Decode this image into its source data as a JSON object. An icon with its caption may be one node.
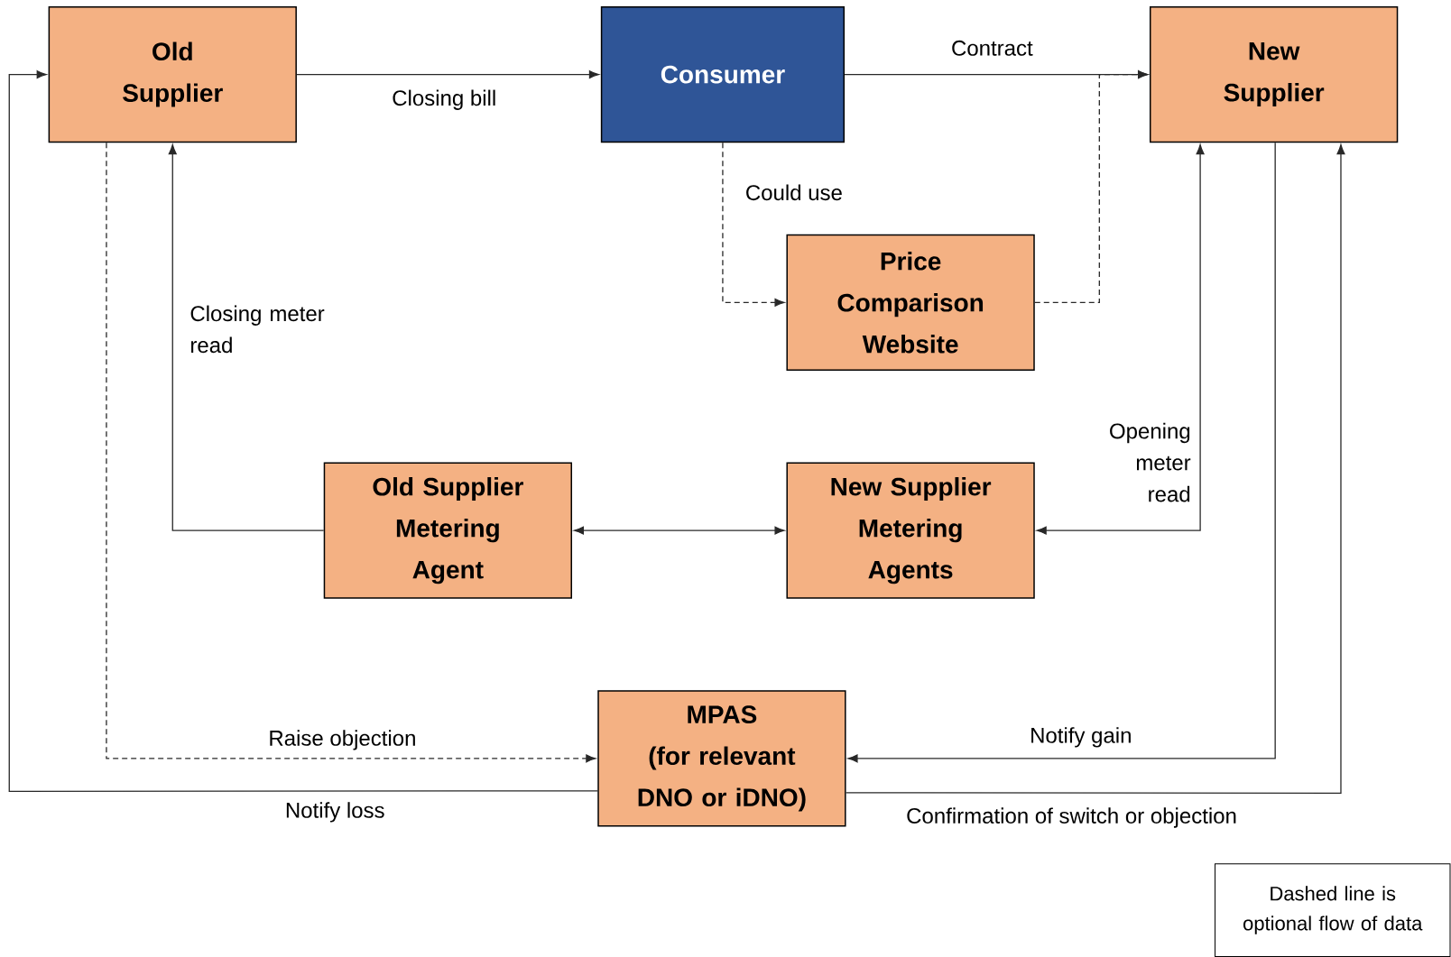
{
  "diagram": {
    "nodes": [
      {
        "text": [
          "Old Supplier"
        ]
      },
      {
        "text": [
          "Consumer"
        ]
      },
      {
        "text": [
          "New Supplier"
        ]
      },
      {
        "text": [
          "Price Comparison Website"
        ]
      },
      {
        "text": [
          "Old Supplier Metering Agent"
        ]
      },
      {
        "text": [
          "New Supplier Metering Agents"
        ]
      },
      {
        "text": [
          "MPAS",
          "(for relevant DNO or iDNO)"
        ]
      },
      {
        "text": [
          "Dashed line is optional flow of data"
        ]
      }
    ],
    "edges": [
      {
        "from": 0,
        "to": 1,
        "arrow": "to",
        "label": "Closing bill"
      },
      {
        "from": 1,
        "to": 2,
        "arrow": "to",
        "label": "Contract"
      },
      {
        "from": 1,
        "to": 3,
        "arrow": "to",
        "label": "Could use",
        "style": "dashed"
      },
      {
        "from": 3,
        "to": 2,
        "arrow": "to",
        "style": "dashed"
      },
      {
        "from": 4,
        "to": 0,
        "arrow": "to",
        "label": "Closing meter read"
      },
      {
        "from": 4,
        "to": 5,
        "arrow": "both"
      },
      {
        "from": 2,
        "to": 5,
        "arrow": "both",
        "label": "Opening meter read"
      },
      {
        "from": 0,
        "to": 6,
        "arrow": "to",
        "label": "Raise objection",
        "style": "dashed"
      },
      {
        "from": 2,
        "to": 6,
        "arrow": "to",
        "label": "Notify gain"
      },
      {
        "from": 6,
        "to": 0,
        "arrow": "to",
        "label": "Notify loss"
      },
      {
        "from": 6,
        "to": 2,
        "arrow": "to",
        "label": "Confirmation of switch or objection"
      }
    ]
  }
}
